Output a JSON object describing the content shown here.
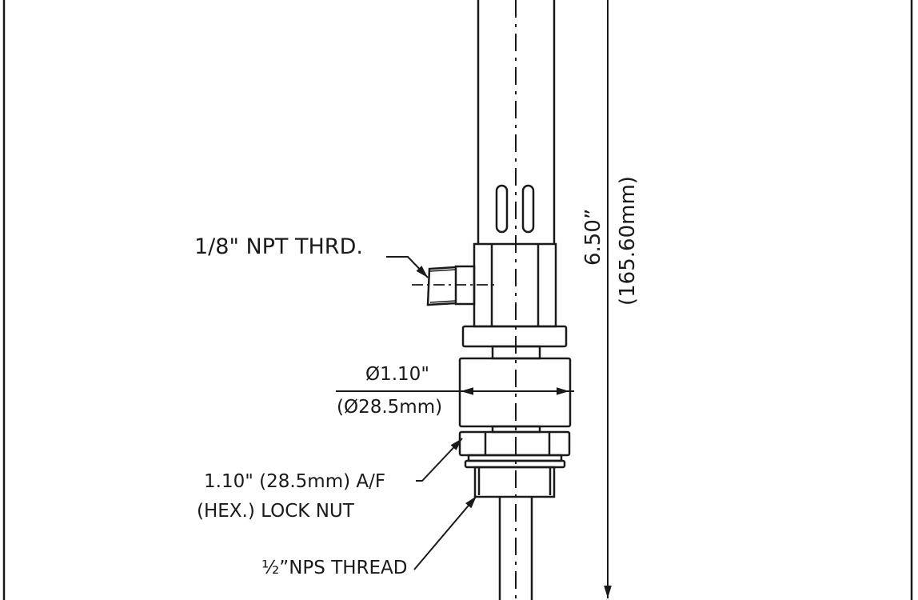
{
  "drawing": {
    "npt_label": "1/8\" NPT THRD.",
    "overall_length_in": "6.50”",
    "overall_length_mm": "(165.60mm)",
    "diameter_in": "Ø1.10\"",
    "diameter_mm": "(Ø28.5mm)",
    "locknut_line1": "1.10\" (28.5mm) A/F",
    "locknut_line2": "(HEX.) LOCK NUT",
    "thread_label": "½”NPS THREAD",
    "line_color": "#1a1a1a"
  }
}
